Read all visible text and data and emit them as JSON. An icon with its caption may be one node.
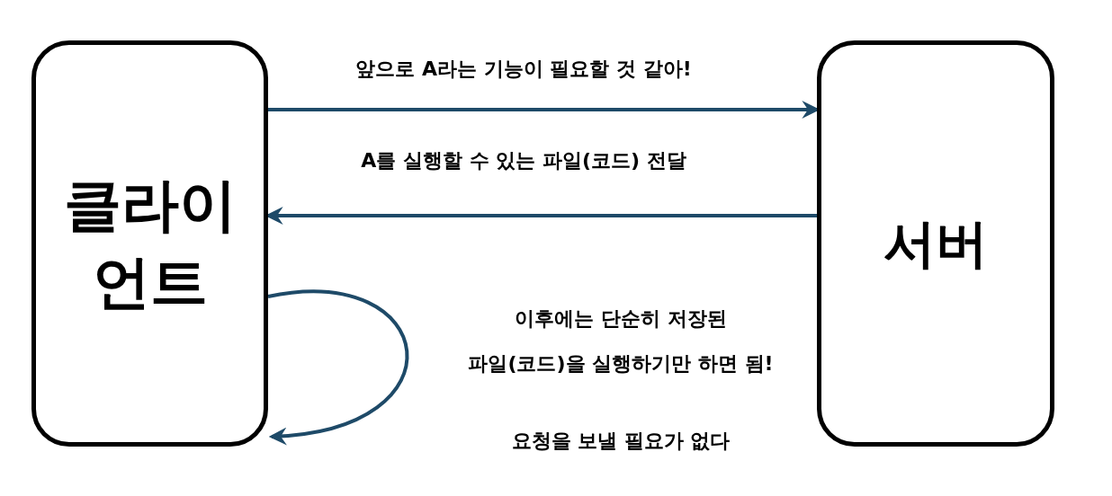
{
  "diagram": {
    "nodes": [
      {
        "text": [
          "클라이언트"
        ]
      },
      {
        "text": [
          "서버"
        ]
      }
    ],
    "edges": [
      {
        "from": 0,
        "to": 1,
        "arrow": "to",
        "label": "앞으로 A라는 기능이 필요할 것 같아!"
      },
      {
        "from": 1,
        "to": 0,
        "arrow": "to",
        "label": "A를 실행할 수 있는 파일(코드) 전달"
      },
      {
        "from": 0,
        "to": 0,
        "arrow": "to"
      }
    ],
    "labels": [
      "이후에는 단순히 저장된",
      "파일(코드)을 실행하기만 하면 됨!",
      "요청을 보낼 필요가 없다"
    ]
  }
}
